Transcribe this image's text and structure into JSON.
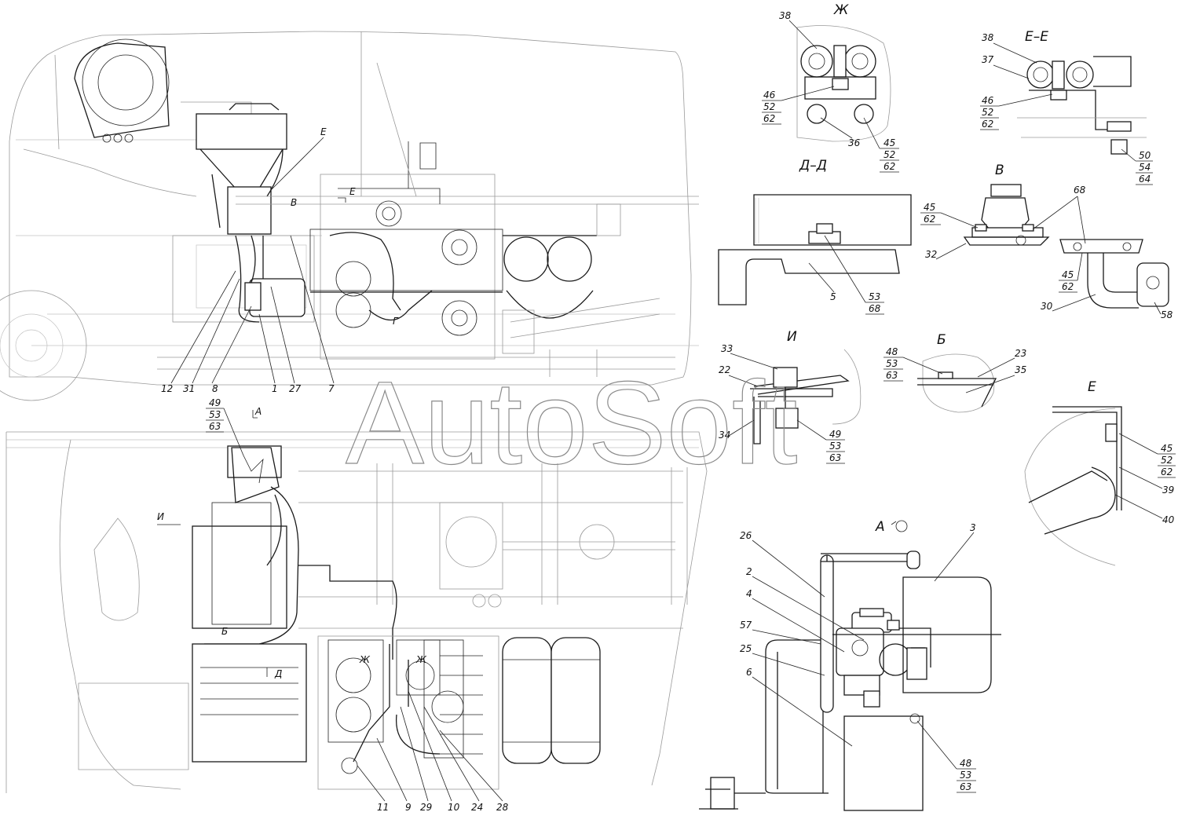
{
  "watermark": "AutoSoft",
  "views": {
    "zh": "Ж",
    "ee": "Е–Е",
    "dd": "Д–Д",
    "v": "В",
    "i": "И",
    "b": "Б",
    "e": "Е",
    "a": "А"
  },
  "view_markers": {
    "e": "Е",
    "v": "В",
    "g": "Г",
    "e_small": "Е",
    "a": "А",
    "i": "И",
    "b": "Б",
    "d": "Д",
    "zh1": "Ж",
    "zh2": "Ж"
  },
  "callouts": {
    "main_top": [
      "12",
      "31",
      "8",
      "1",
      "27",
      "7"
    ],
    "main_bottom": [
      "11",
      "9",
      "29",
      "10",
      "24",
      "28"
    ],
    "a_left": [
      "26",
      "2",
      "4",
      "57",
      "25",
      "6"
    ],
    "a_right": "3",
    "zh": {
      "top": "38",
      "stack1": [
        "46",
        "52",
        "62"
      ],
      "bolt": "36",
      "stack2": [
        "45",
        "52",
        "62"
      ]
    },
    "ee": {
      "p1": "38",
      "p2": "37",
      "stack1": [
        "46",
        "52",
        "62"
      ],
      "stack2": [
        "50",
        "54",
        "64"
      ]
    },
    "dd": {
      "p1": "5",
      "stack": [
        "53",
        "68"
      ]
    },
    "v": {
      "stack1": [
        "45",
        "62"
      ],
      "p1": "32",
      "p2": "68",
      "stack2": [
        "45",
        "62"
      ],
      "p3": "30",
      "p4": "58"
    },
    "i": {
      "p1": "33",
      "p2": "22",
      "p3": "34",
      "stack": [
        "49",
        "53",
        "63"
      ]
    },
    "b": {
      "stack": [
        "48",
        "53",
        "63"
      ],
      "p1": "23",
      "p2": "35"
    },
    "e": {
      "stack": [
        "45",
        "52",
        "62"
      ],
      "p1": "39",
      "p2": "40"
    },
    "a_stack": [
      "48",
      "53",
      "63"
    ],
    "main_a_stack": [
      "49",
      "53",
      "63"
    ]
  }
}
